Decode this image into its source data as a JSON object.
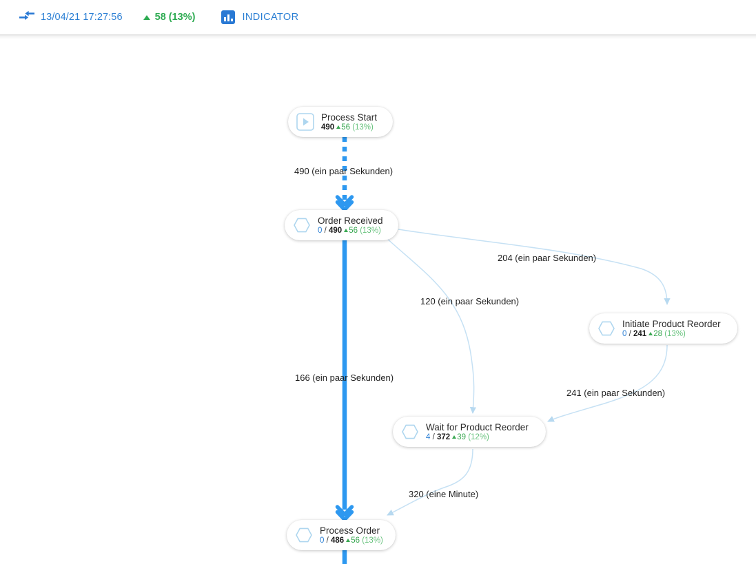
{
  "header": {
    "flow_icon": "merge-arrows-icon",
    "timestamp": "13/04/21 17:27:56",
    "delta": {
      "direction": "up",
      "value": "58 (13%)"
    },
    "indicator": {
      "icon": "bar-chart-icon",
      "label": "INDICATOR"
    }
  },
  "colors": {
    "accent_blue": "#2b7fd4",
    "edge_blue": "#2d98f0",
    "edge_light_blue": "#bedcf2",
    "green": "#3aa852",
    "node_icon_blue": "#aed6ef"
  },
  "graph": {
    "nodes": [
      {
        "id": "process-start",
        "icon": "play-start-icon",
        "title": "Process Start",
        "stats": {
          "count": "490",
          "delta_value": "56",
          "delta_percent": "(13%)"
        }
      },
      {
        "id": "order-received",
        "icon": "hexagon-icon",
        "title": "Order Received",
        "stats": {
          "pending": "0",
          "separator": "/",
          "count": "490",
          "delta_value": "56",
          "delta_percent": "(13%)"
        }
      },
      {
        "id": "initiate-product-reorder",
        "icon": "hexagon-icon",
        "title": "Initiate Product Reorder",
        "stats": {
          "pending": "0",
          "separator": "/",
          "count": "241",
          "delta_value": "28",
          "delta_percent": "(13%)"
        }
      },
      {
        "id": "wait-for-product-reorder",
        "icon": "hexagon-icon",
        "title": "Wait for Product Reorder",
        "stats": {
          "pending": "4",
          "separator": "/",
          "count": "372",
          "delta_value": "39",
          "delta_percent": "(12%)"
        }
      },
      {
        "id": "process-order",
        "icon": "hexagon-icon",
        "title": "Process Order",
        "stats": {
          "pending": "0",
          "separator": "/",
          "count": "486",
          "delta_value": "56",
          "delta_percent": "(13%)"
        }
      }
    ],
    "edges": [
      {
        "id": "start-to-order-received",
        "label": "490 (ein paar Sekunden)"
      },
      {
        "id": "order-received-to-initiate",
        "label": "204 (ein paar Sekunden)"
      },
      {
        "id": "order-received-to-wait",
        "label": "120 (ein paar Sekunden)"
      },
      {
        "id": "order-received-to-process-order",
        "label": "166 (ein paar Sekunden)"
      },
      {
        "id": "initiate-to-wait",
        "label": "241 (ein paar Sekunden)"
      },
      {
        "id": "wait-to-process-order",
        "label": "320 (eine Minute)"
      }
    ]
  }
}
